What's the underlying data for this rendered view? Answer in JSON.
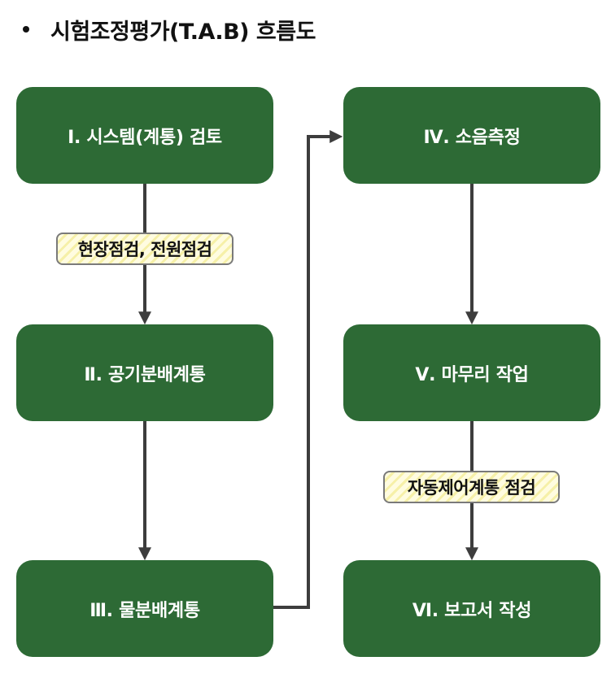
{
  "title": "시험조정평가(T.A.B) 흐름도",
  "colors": {
    "box_fill": "#2d6a35",
    "box_text": "#ffffff",
    "connector": "#3d3d3d",
    "note_fill": "#fffce0",
    "note_stripe": "#f6f0a8",
    "note_border": "#7a7a7a"
  },
  "steps": [
    {
      "id": "step-1",
      "label": "Ⅰ. 시스템(계통) 검토"
    },
    {
      "id": "step-2",
      "label": "Ⅱ. 공기분배계통"
    },
    {
      "id": "step-3",
      "label": "Ⅲ. 물분배계통"
    },
    {
      "id": "step-4",
      "label": "Ⅳ. 소음측정"
    },
    {
      "id": "step-5",
      "label": "Ⅴ. 마무리 작업"
    },
    {
      "id": "step-6",
      "label": "Ⅵ. 보고서 작성"
    }
  ],
  "notes": [
    {
      "id": "note-1",
      "label": "현장점검, 전원점검",
      "between": [
        "step-1",
        "step-2"
      ]
    },
    {
      "id": "note-2",
      "label": "자동제어계통 점검",
      "between": [
        "step-5",
        "step-6"
      ]
    }
  ],
  "flow": [
    [
      "step-1",
      "step-2"
    ],
    [
      "step-2",
      "step-3"
    ],
    [
      "step-3",
      "step-4"
    ],
    [
      "step-4",
      "step-5"
    ],
    [
      "step-5",
      "step-6"
    ]
  ]
}
